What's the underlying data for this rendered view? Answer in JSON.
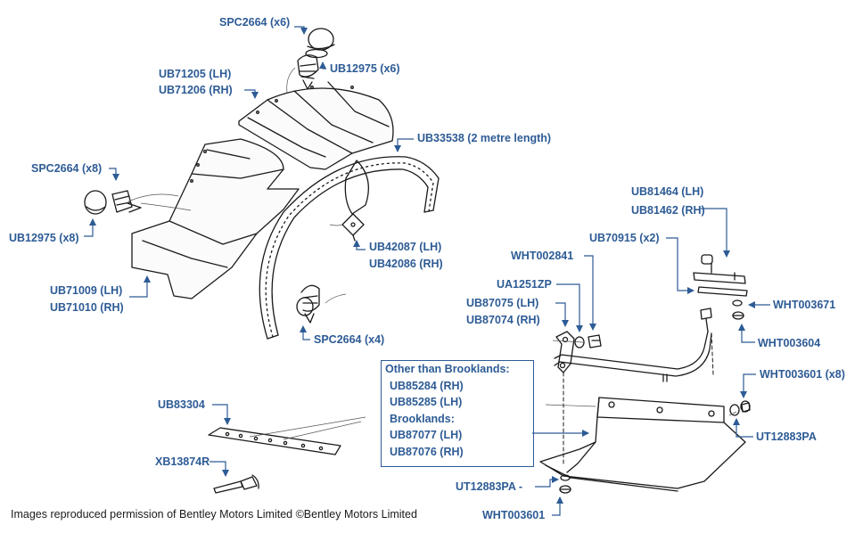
{
  "labels": {
    "spc2664_x6": "SPC2664 (x6)",
    "ub12975_x6": "UB12975 (x6)",
    "ub71205_lh": "UB71205 (LH)",
    "ub71206_rh": "UB71206 (RH)",
    "ub33538": "UB33538 (2 metre length)",
    "spc2664_x8": "SPC2664 (x8)",
    "ub12975_x8": "UB12975 (x8)",
    "ub42087_lh": "UB42087 (LH)",
    "ub42086_rh": "UB42086 (RH)",
    "ub71009_lh": "UB71009 (LH)",
    "ub71010_rh": "UB71010 (RH)",
    "spc2664_x4": "SPC2664 (x4)",
    "ub81464_lh": "UB81464 (LH)",
    "ub81462_rh": "UB81462 (RH)",
    "ub70915_x2": "UB70915 (x2)",
    "wht002841": "WHT002841",
    "ua1251zp": "UA1251ZP",
    "ub87075_lh": "UB87075 (LH)",
    "ub87074_rh": "UB87074 (RH)",
    "wht003671": "WHT003671",
    "wht003604": "WHT003604",
    "wht003601_x8": "WHT003601 (x8)",
    "ut12883pa_right": "UT12883PA",
    "ub83304": "UB83304",
    "xb13874r": "XB13874R",
    "ut12883pa_bottom": "UT12883PA -",
    "wht003601_bottom": "WHT003601"
  },
  "callout_box": {
    "heading_1": "Other than Brooklands:",
    "part_1": "UB85284 (RH)",
    "part_2": "UB85285 (LH)",
    "heading_2": "Brooklands:",
    "part_3": "UB87077 (LH)",
    "part_4": "UB87076 (RH)"
  },
  "credit": "Images reproduced permission of Bentley Motors Limited ©Bentley Motors Limited",
  "colors": {
    "label": "#2d5b95",
    "leader": "#2d5b95",
    "drawing": "#1a1a1a",
    "background": "#ffffff"
  }
}
